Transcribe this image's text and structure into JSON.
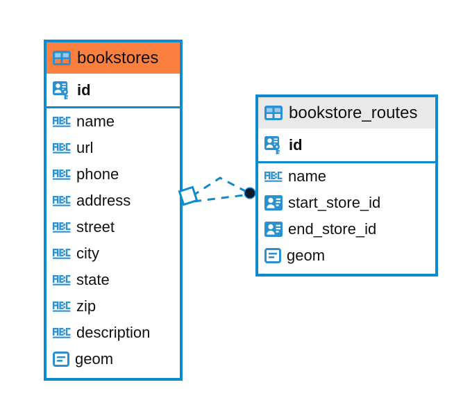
{
  "diagram": {
    "title": "bookstores-bookstore_routes-er-diagram",
    "background_color": "#ffffff",
    "accent_color": "#0e8ace",
    "highlight_color": "#fb8040",
    "neutral_header_color": "#e9e9e9",
    "entities": [
      {
        "name": "bookstores",
        "header_style": "accent-orange",
        "header_icon": "table-icon",
        "fields": [
          {
            "name": "id",
            "icon": "primary-key-icon",
            "is_key": true
          },
          {
            "name": "name",
            "icon": "abc-text-icon",
            "is_key": false
          },
          {
            "name": "url",
            "icon": "abc-text-icon",
            "is_key": false
          },
          {
            "name": "phone",
            "icon": "abc-text-icon",
            "is_key": false
          },
          {
            "name": "address",
            "icon": "abc-text-icon",
            "is_key": false
          },
          {
            "name": "street",
            "icon": "abc-text-icon",
            "is_key": false
          },
          {
            "name": "city",
            "icon": "abc-text-icon",
            "is_key": false
          },
          {
            "name": "state",
            "icon": "abc-text-icon",
            "is_key": false
          },
          {
            "name": "zip",
            "icon": "abc-text-icon",
            "is_key": false
          },
          {
            "name": "description",
            "icon": "abc-text-icon",
            "is_key": false
          },
          {
            "name": "geom",
            "icon": "geometry-icon",
            "is_key": false
          }
        ]
      },
      {
        "name": "bookstore_routes",
        "header_style": "accent-gray",
        "header_icon": "table-icon",
        "fields": [
          {
            "name": "id",
            "icon": "primary-key-icon",
            "is_key": true
          },
          {
            "name": "name",
            "icon": "abc-text-icon",
            "is_key": false
          },
          {
            "name": "start_store_id",
            "icon": "foreign-key-icon",
            "is_key": false
          },
          {
            "name": "end_store_id",
            "icon": "foreign-key-icon",
            "is_key": false
          },
          {
            "name": "geom",
            "icon": "geometry-icon",
            "is_key": false
          }
        ]
      }
    ],
    "relationship": {
      "style": "dashed",
      "color": "#0e8ace",
      "source_endpoint": "diamond",
      "target_endpoint": "filled-circle",
      "target_endpoint_color": "#0b1a2e"
    }
  }
}
